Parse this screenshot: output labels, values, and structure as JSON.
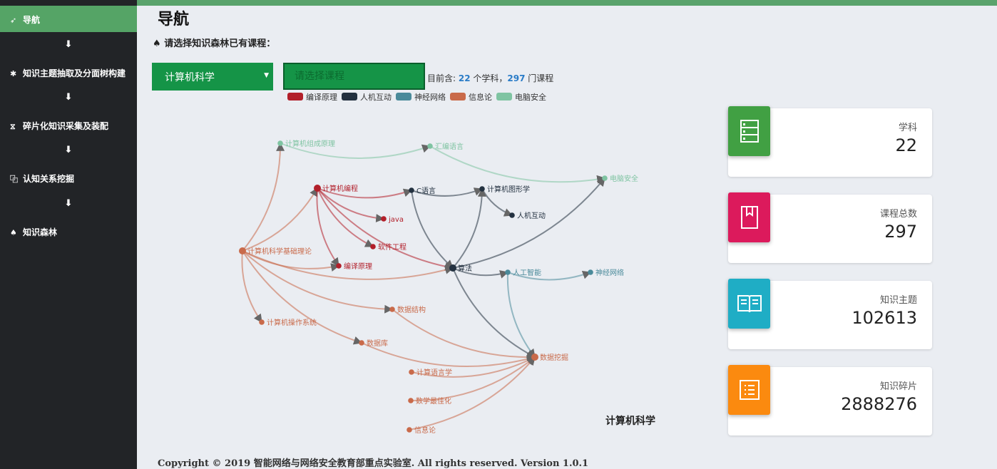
{
  "sidebar": {
    "items": [
      {
        "label": "导航",
        "icon": "location-arrow-icon",
        "glyph": "➶"
      },
      {
        "label": "知识主题抽取及分面树构建",
        "icon": "asterisk-icon",
        "glyph": "✱"
      },
      {
        "label": "碎片化知识采集及装配",
        "icon": "hourglass-icon",
        "glyph": "⧖"
      },
      {
        "label": "认知关系挖掘",
        "icon": "sitemap-icon",
        "glyph": "⿻"
      },
      {
        "label": "知识森林",
        "icon": "tree-icon",
        "glyph": "♠"
      }
    ],
    "arrow": "⬇"
  },
  "page": {
    "title": "导航",
    "subtitle": "请选择知识森林已有课程：",
    "subtitle_icon": "tree-icon"
  },
  "controls": {
    "subject_value": "计算机科学",
    "course_placeholder": "请选择课程",
    "summary_prefix": "目前含: ",
    "subject_count": "22",
    "summary_mid": " 个学科，",
    "course_count": "297",
    "summary_suffix": " 门课程"
  },
  "legend": [
    {
      "label": "编译原理",
      "color": "#b21f2a"
    },
    {
      "label": "人机互动",
      "color": "#233140"
    },
    {
      "label": "神经网络",
      "color": "#4a8a9a"
    },
    {
      "label": "信息论",
      "color": "#c96a4a"
    },
    {
      "label": "电脑安全",
      "color": "#7fc4a2"
    }
  ],
  "graph": {
    "caption": "计算机科学",
    "nodes": [
      {
        "id": "n1",
        "label": "计算机组成原理",
        "color": "#7fc4a2"
      },
      {
        "id": "n2",
        "label": "汇编语言",
        "color": "#7fc4a2"
      },
      {
        "id": "n3",
        "label": "电脑安全",
        "color": "#7fc4a2"
      },
      {
        "id": "n4",
        "label": "计算机编程",
        "color": "#b21f2a"
      },
      {
        "id": "n5",
        "label": "C语言",
        "color": "#233140"
      },
      {
        "id": "n6",
        "label": "计算机图形学",
        "color": "#233140"
      },
      {
        "id": "n7",
        "label": "人机互动",
        "color": "#233140"
      },
      {
        "id": "n8",
        "label": "java",
        "color": "#b21f2a"
      },
      {
        "id": "n9",
        "label": "软件工程",
        "color": "#b21f2a"
      },
      {
        "id": "n10",
        "label": "计算机科学基础理论",
        "color": "#c96a4a"
      },
      {
        "id": "n11",
        "label": "编译原理",
        "color": "#b21f2a"
      },
      {
        "id": "n12",
        "label": "算法",
        "color": "#233140"
      },
      {
        "id": "n13",
        "label": "人工智能",
        "color": "#4a8a9a"
      },
      {
        "id": "n14",
        "label": "神经网络",
        "color": "#4a8a9a"
      },
      {
        "id": "n15",
        "label": "数据结构",
        "color": "#c96a4a"
      },
      {
        "id": "n16",
        "label": "计算机操作系统",
        "color": "#c96a4a"
      },
      {
        "id": "n17",
        "label": "数据库",
        "color": "#c96a4a"
      },
      {
        "id": "n18",
        "label": "数据挖掘",
        "color": "#c96a4a"
      },
      {
        "id": "n19",
        "label": "计算语言学",
        "color": "#c96a4a"
      },
      {
        "id": "n20",
        "label": "数学最佳化",
        "color": "#c96a4a"
      },
      {
        "id": "n21",
        "label": "信息论",
        "color": "#c96a4a"
      }
    ],
    "edges": [
      [
        "n10",
        "n1"
      ],
      [
        "n1",
        "n2"
      ],
      [
        "n2",
        "n3"
      ],
      [
        "n10",
        "n4"
      ],
      [
        "n4",
        "n5"
      ],
      [
        "n4",
        "n8"
      ],
      [
        "n4",
        "n9"
      ],
      [
        "n4",
        "n11"
      ],
      [
        "n4",
        "n12"
      ],
      [
        "n5",
        "n6"
      ],
      [
        "n5",
        "n12"
      ],
      [
        "n6",
        "n7"
      ],
      [
        "n12",
        "n6"
      ],
      [
        "n12",
        "n3"
      ],
      [
        "n12",
        "n13"
      ],
      [
        "n13",
        "n14"
      ],
      [
        "n12",
        "n18"
      ],
      [
        "n13",
        "n18"
      ],
      [
        "n10",
        "n11"
      ],
      [
        "n10",
        "n15"
      ],
      [
        "n10",
        "n16"
      ],
      [
        "n10",
        "n17"
      ],
      [
        "n10",
        "n12"
      ],
      [
        "n15",
        "n18"
      ],
      [
        "n17",
        "n18"
      ],
      [
        "n19",
        "n18"
      ],
      [
        "n20",
        "n18"
      ],
      [
        "n21",
        "n18"
      ]
    ]
  },
  "stats": [
    {
      "label": "学科",
      "value": "22",
      "color": "#41a043",
      "icon": "server-icon"
    },
    {
      "label": "课程总数",
      "value": "297",
      "color": "#dc1a5c",
      "icon": "bookmark-icon"
    },
    {
      "label": "知识主题",
      "value": "102613",
      "color": "#1fadc5",
      "icon": "open-book-icon"
    },
    {
      "label": "知识碎片",
      "value": "2888276",
      "color": "#fb8a0f",
      "icon": "list-icon"
    }
  ],
  "footer": "Copyright © 2019 智能网络与网络安全教育部重点实验室. All rights reserved. Version 1.0.1"
}
